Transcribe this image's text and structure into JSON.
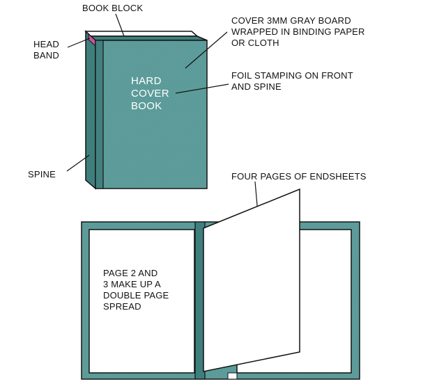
{
  "colors": {
    "cover": "#5a9c9a",
    "cover_dark": "#3e7f7d",
    "headband": "#c7559a",
    "outline": "#111111",
    "paper": "#ffffff"
  },
  "labels": {
    "book_block": "BOOK BLOCK",
    "head_band_line1": "HEAD",
    "head_band_line2": "BAND",
    "cover_line1": "COVER 3MM GRAY BOARD",
    "cover_line2": "WRAPPED IN BINDING PAPER",
    "cover_line3": "OR CLOTH",
    "foil_line1": "FOIL STAMPING ON FRONT",
    "foil_line2": "AND SPINE",
    "spine": "SPINE",
    "endsheets": "FOUR PAGES OF ENDSHEETS",
    "spread_line1": "PAGE 2 AND",
    "spread_line2": "3 MAKE UP A",
    "spread_line3": "DOUBLE PAGE",
    "spread_line4": "SPREAD"
  },
  "cover_title": {
    "line1": "HARD",
    "line2": "COVER",
    "line3": "BOOK"
  }
}
